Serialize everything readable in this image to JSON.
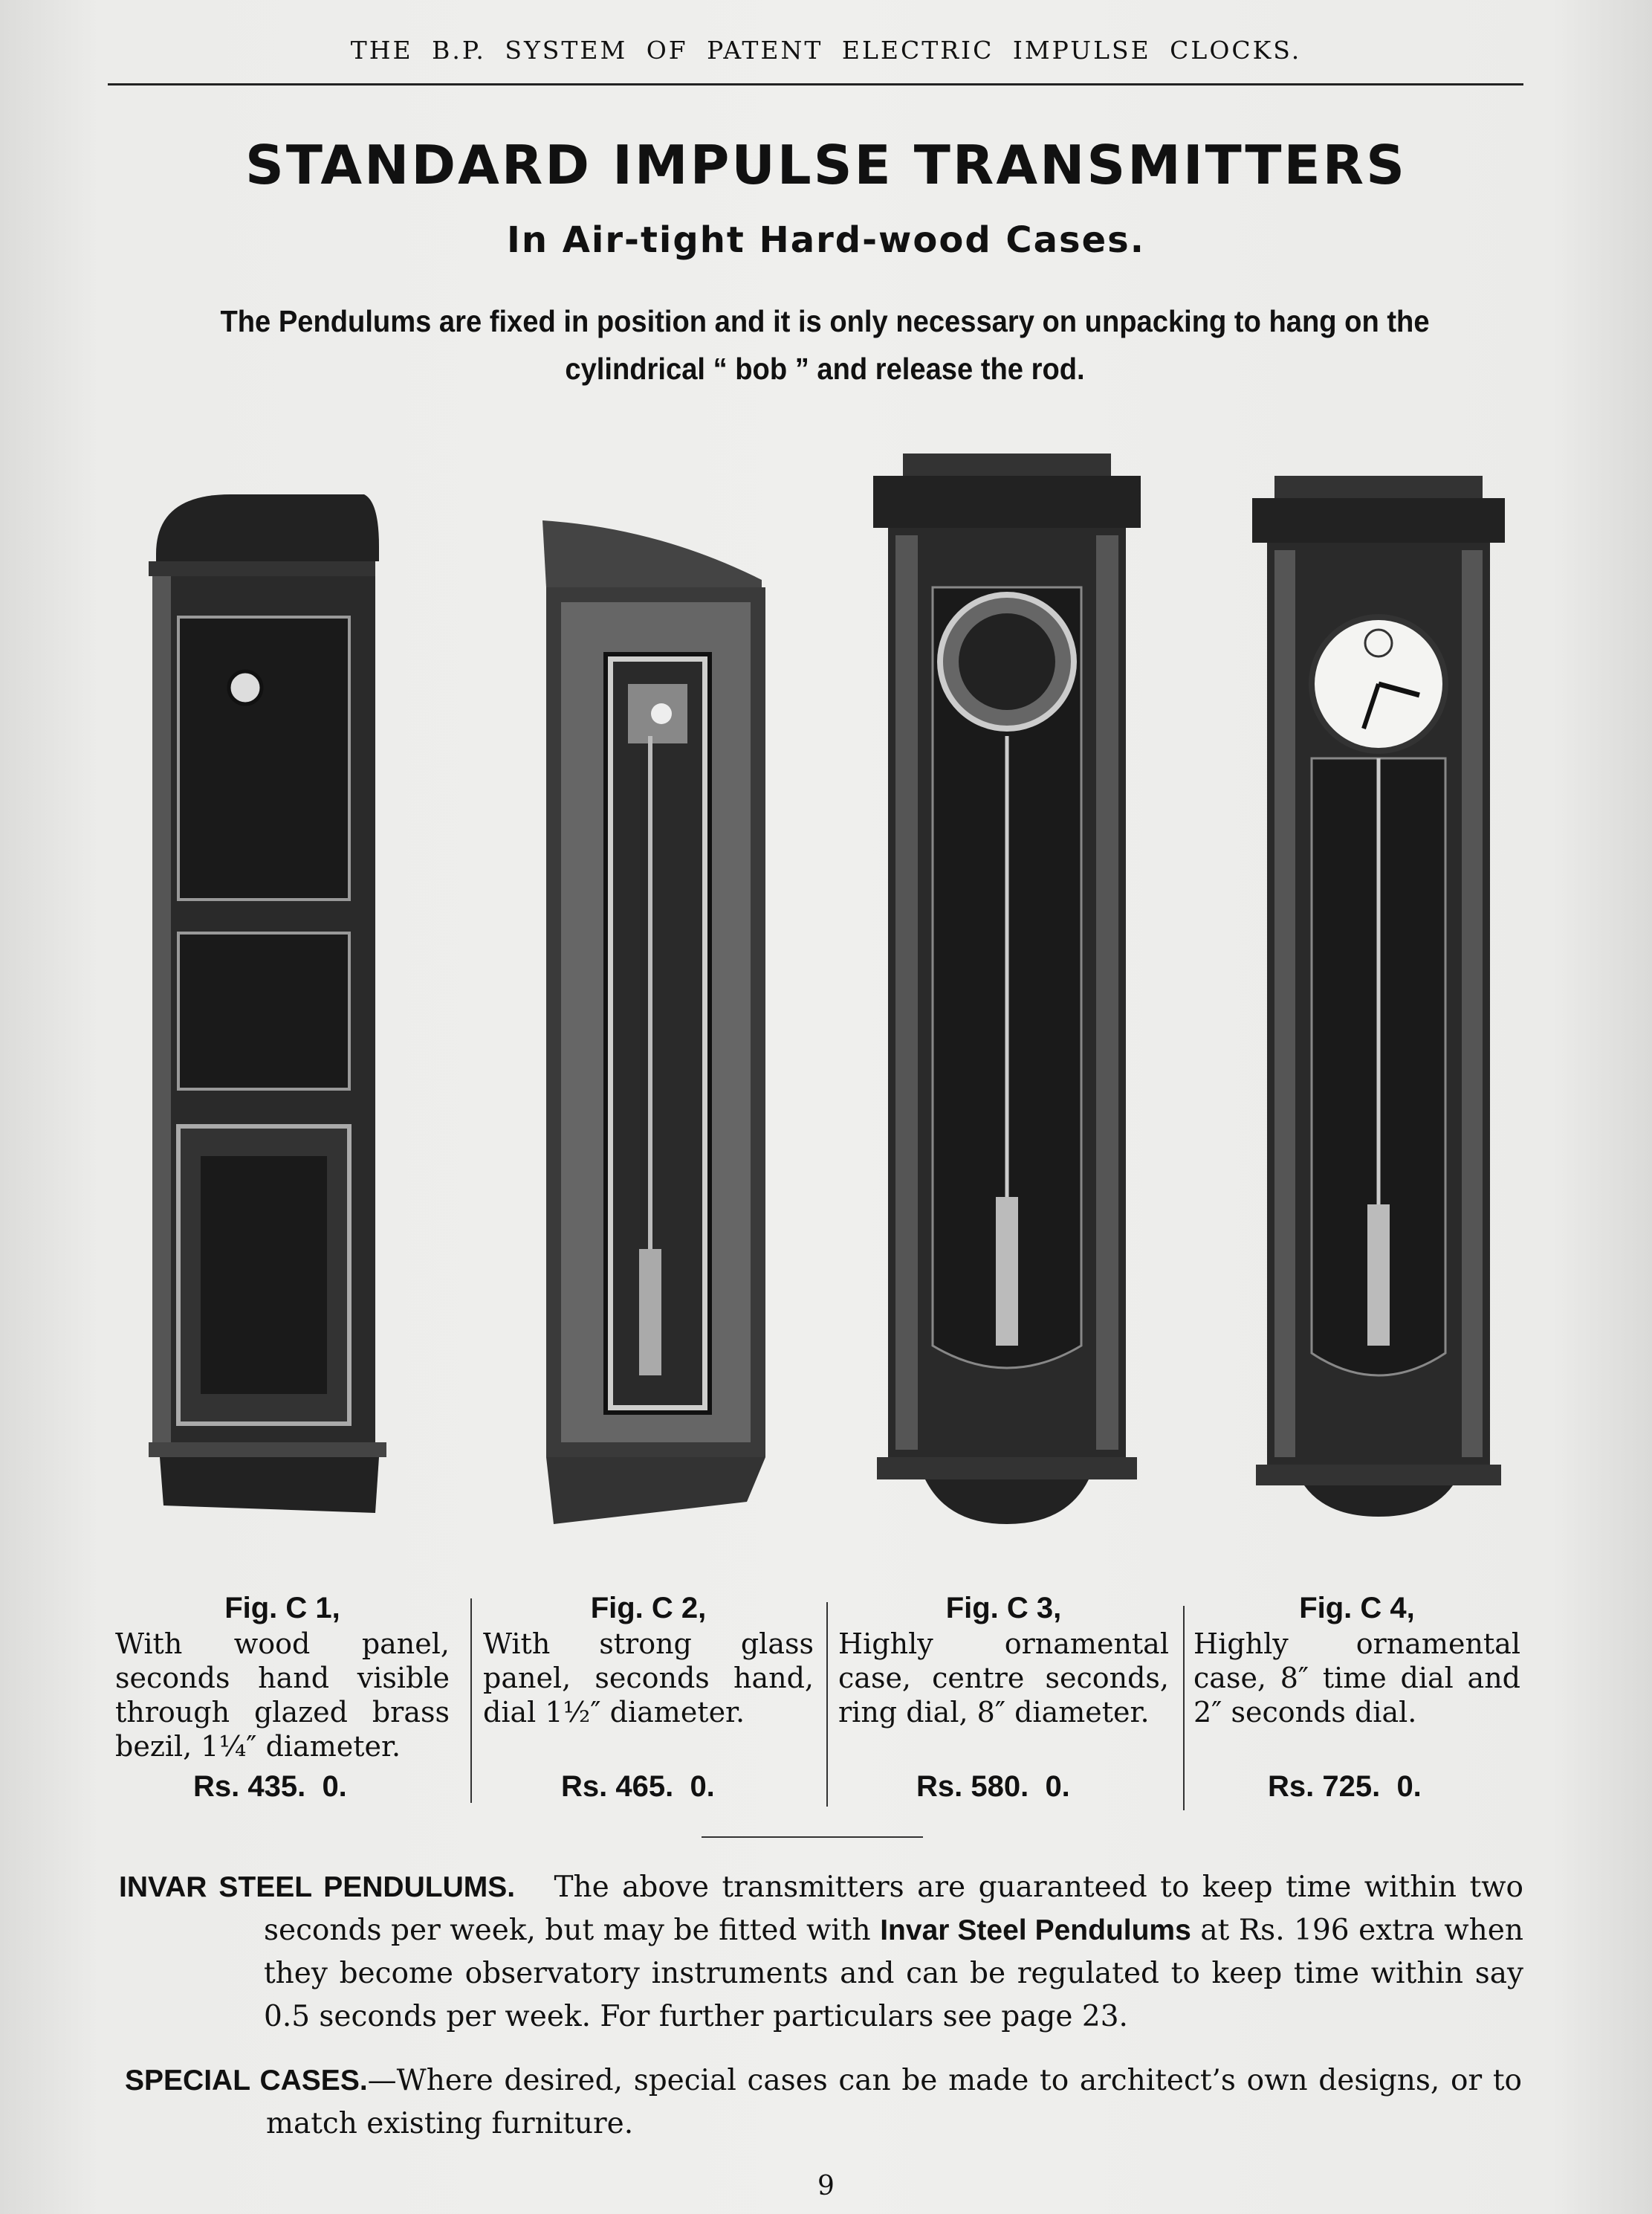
{
  "running_head": "THE B.P. SYSTEM OF PATENT ELECTRIC IMPULSE CLOCKS.",
  "title": "STANDARD IMPULSE TRANSMITTERS",
  "subtitle": "In Air-tight Hard-wood Cases.",
  "intro": {
    "line1": "The Pendulums are fixed in position and it is only necessary on unpacking to hang on the",
    "line2": "cylindrical “ bob ” and release the rod."
  },
  "figures": [
    {
      "fig": "Fig. C 1,",
      "desc": "With wood panel, seconds hand visible through glazed brass bezil, 1¼″ diameter.",
      "price": "Rs. 435.  0."
    },
    {
      "fig": "Fig. C 2,",
      "desc": "With strong glass panel, seconds hand, dial 1½″ diameter.",
      "price": "Rs. 465.  0."
    },
    {
      "fig": "Fig. C 3,",
      "desc": "Highly ornamental case, centre seconds, ring dial, 8″ diameter.",
      "price": "Rs. 580.  0."
    },
    {
      "fig": "Fig. C 4,",
      "desc": "Highly ornamental case, 8″ time dial and 2″ seconds dial.",
      "price": "Rs. 725.  0."
    }
  ],
  "invar": {
    "heading": "INVAR STEEL PENDULUMS.",
    "text1": "The above transmitters are guaranteed to keep time within two seconds per week, but may be fitted with",
    "bold": "Invar Steel Pendulums",
    "text2": "at Rs. 196 extra when they become observatory instruments and can be regulated to keep time within say 0.5 seconds per week.  For further particulars see page 23."
  },
  "special": {
    "heading": "SPECIAL CASES.",
    "text": "—Where desired, special cases can be made to architect’s own designs, or to match existing furniture."
  },
  "page_number": "9"
}
